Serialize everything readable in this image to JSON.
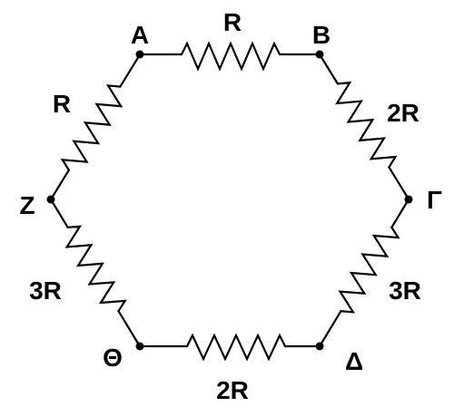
{
  "nodes": {
    "A": "A",
    "B": "B",
    "Gamma": "Γ",
    "Delta": "Δ",
    "Theta": "Θ",
    "Z": "Z"
  },
  "resistors": {
    "AB": "R",
    "BGamma": "2R",
    "GammaDelta": "3R",
    "DeltaTheta": "2R",
    "ThetaZ": "3R",
    "ZA": "R"
  },
  "colors": {
    "ink": "#000000",
    "background": "#ffffff"
  }
}
